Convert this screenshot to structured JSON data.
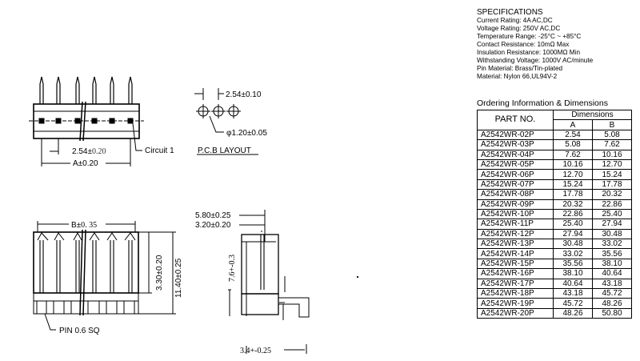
{
  "specifications": {
    "title": "SPECIFICATIONS",
    "lines": [
      "Current Rating: 4A AC,DC",
      "Voltage Rating: 250V AC,DC",
      "Temperature Range: -25°C ~ +85°C",
      "Contact Resistance: 10mΩ Max",
      "Insulation Resistance: 1000MΩ Min",
      "Withstanding Voltage: 1000V AC/minute",
      "Pin Material: Brass/Tin-plated",
      "Material: Nylon 66,UL94V-2"
    ]
  },
  "ordering": {
    "title": "Ordering Information & Dimensions",
    "header_part": "PART NO.",
    "header_dimensions": "Dimensions",
    "header_a": "A",
    "header_b": "B",
    "rows": [
      {
        "part": "A2542WR-02P",
        "a": "2.54",
        "b": "5.08"
      },
      {
        "part": "A2542WR-03P",
        "a": "5.08",
        "b": "7.62"
      },
      {
        "part": "A2542WR-04P",
        "a": "7.62",
        "b": "10.16"
      },
      {
        "part": "A2542WR-05P",
        "a": "10.16",
        "b": "12.70"
      },
      {
        "part": "A2542WR-06P",
        "a": "12.70",
        "b": "15.24"
      },
      {
        "part": "A2542WR-07P",
        "a": "15.24",
        "b": "17.78"
      },
      {
        "part": "A2542WR-08P",
        "a": "17.78",
        "b": "20.32"
      },
      {
        "part": "A2542WR-09P",
        "a": "20.32",
        "b": "22.86"
      },
      {
        "part": "A2542WR-10P",
        "a": "22.86",
        "b": "25.40"
      },
      {
        "part": "A2542WR-11P",
        "a": "25.40",
        "b": "27.94"
      },
      {
        "part": "A2542WR-12P",
        "a": "27.94",
        "b": "30.48"
      },
      {
        "part": "A2542WR-13P",
        "a": "30.48",
        "b": "33.02"
      },
      {
        "part": "A2542WR-14P",
        "a": "33.02",
        "b": "35.56"
      },
      {
        "part": "A2542WR-15P",
        "a": "35.56",
        "b": "38.10"
      },
      {
        "part": "A2542WR-16P",
        "a": "38.10",
        "b": "40.64"
      },
      {
        "part": "A2542WR-17P",
        "a": "40.64",
        "b": "43.18"
      },
      {
        "part": "A2542WR-18P",
        "a": "43.18",
        "b": "45.72"
      },
      {
        "part": "A2542WR-19P",
        "a": "45.72",
        "b": "48.26"
      },
      {
        "part": "A2542WR-20P",
        "a": "48.26",
        "b": "50.80"
      }
    ]
  },
  "drawing": {
    "top_view": {
      "pitch_label_prefix": "2.54±",
      "pitch_label_suffix": "0.20",
      "a_label": "A±0.20",
      "circuit_label": "Circuit 1"
    },
    "pcb_layout": {
      "pitch_label": "2.54±0.10",
      "hole_label": "φ1.20±0.05",
      "title": "P.C.B LAYOUT"
    },
    "front_view": {
      "b_label_prefix": "B±",
      "b_label_suffix": "0. 35",
      "height_label": "3.30±0.20",
      "total_label": "11.40±0.25",
      "pin_label": "PIN 0.6   SQ"
    },
    "side_view": {
      "dim1_label": "5.80±0.25",
      "dim2_label": "3.20±0.20",
      "vertical_label": "7.6+-0.3",
      "bottom_label": "3.4+-0.25"
    }
  }
}
